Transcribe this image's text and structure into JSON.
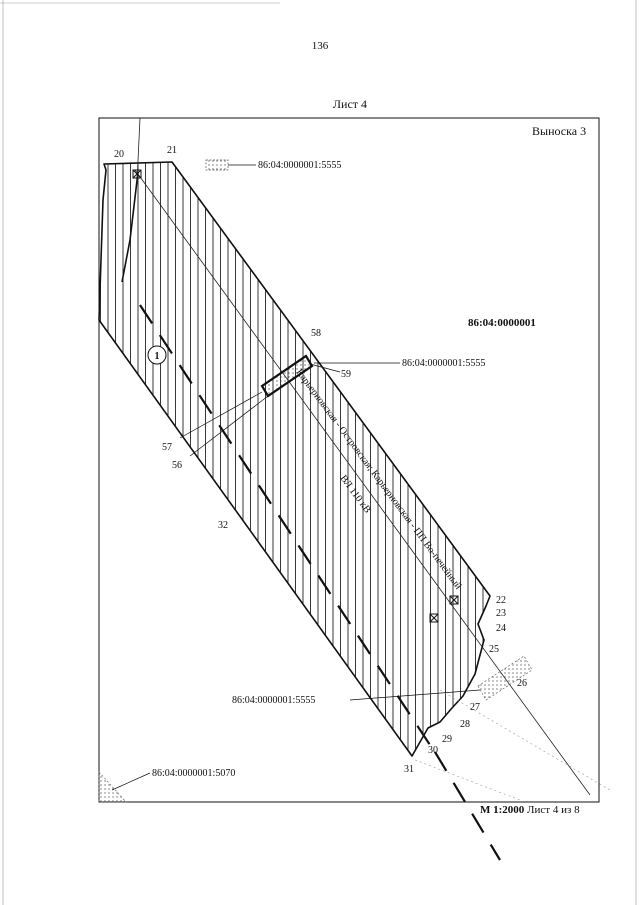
{
  "page": {
    "page_number": "136",
    "sheet_label": "Лист 4",
    "callout_title": "Выноска 3",
    "cadastral_block": "86:04:0000001",
    "scale": "М 1:2000",
    "sheet_of": "Лист 4 из 8"
  },
  "parcel_labels": {
    "legend_parcel": "86:04:0000001:5555",
    "mid_parcel": "86:04:0000001:5555",
    "lower_parcel": "86:04:0000001:5555",
    "corner_parcel": "86:04:0000001:5070"
  },
  "zone_number": "1",
  "line_caption": "Карьерновская - Островская; Карьерновская - ПП Во-печейный",
  "line_voltage": "ВЛ 110 кВ",
  "points": [
    "20",
    "21",
    "58",
    "59",
    "57",
    "56",
    "32",
    "22",
    "23",
    "24",
    "25",
    "26",
    "27",
    "28",
    "29",
    "30",
    "31"
  ],
  "colors": {
    "ink": "#111111",
    "paper": "#ffffff"
  }
}
